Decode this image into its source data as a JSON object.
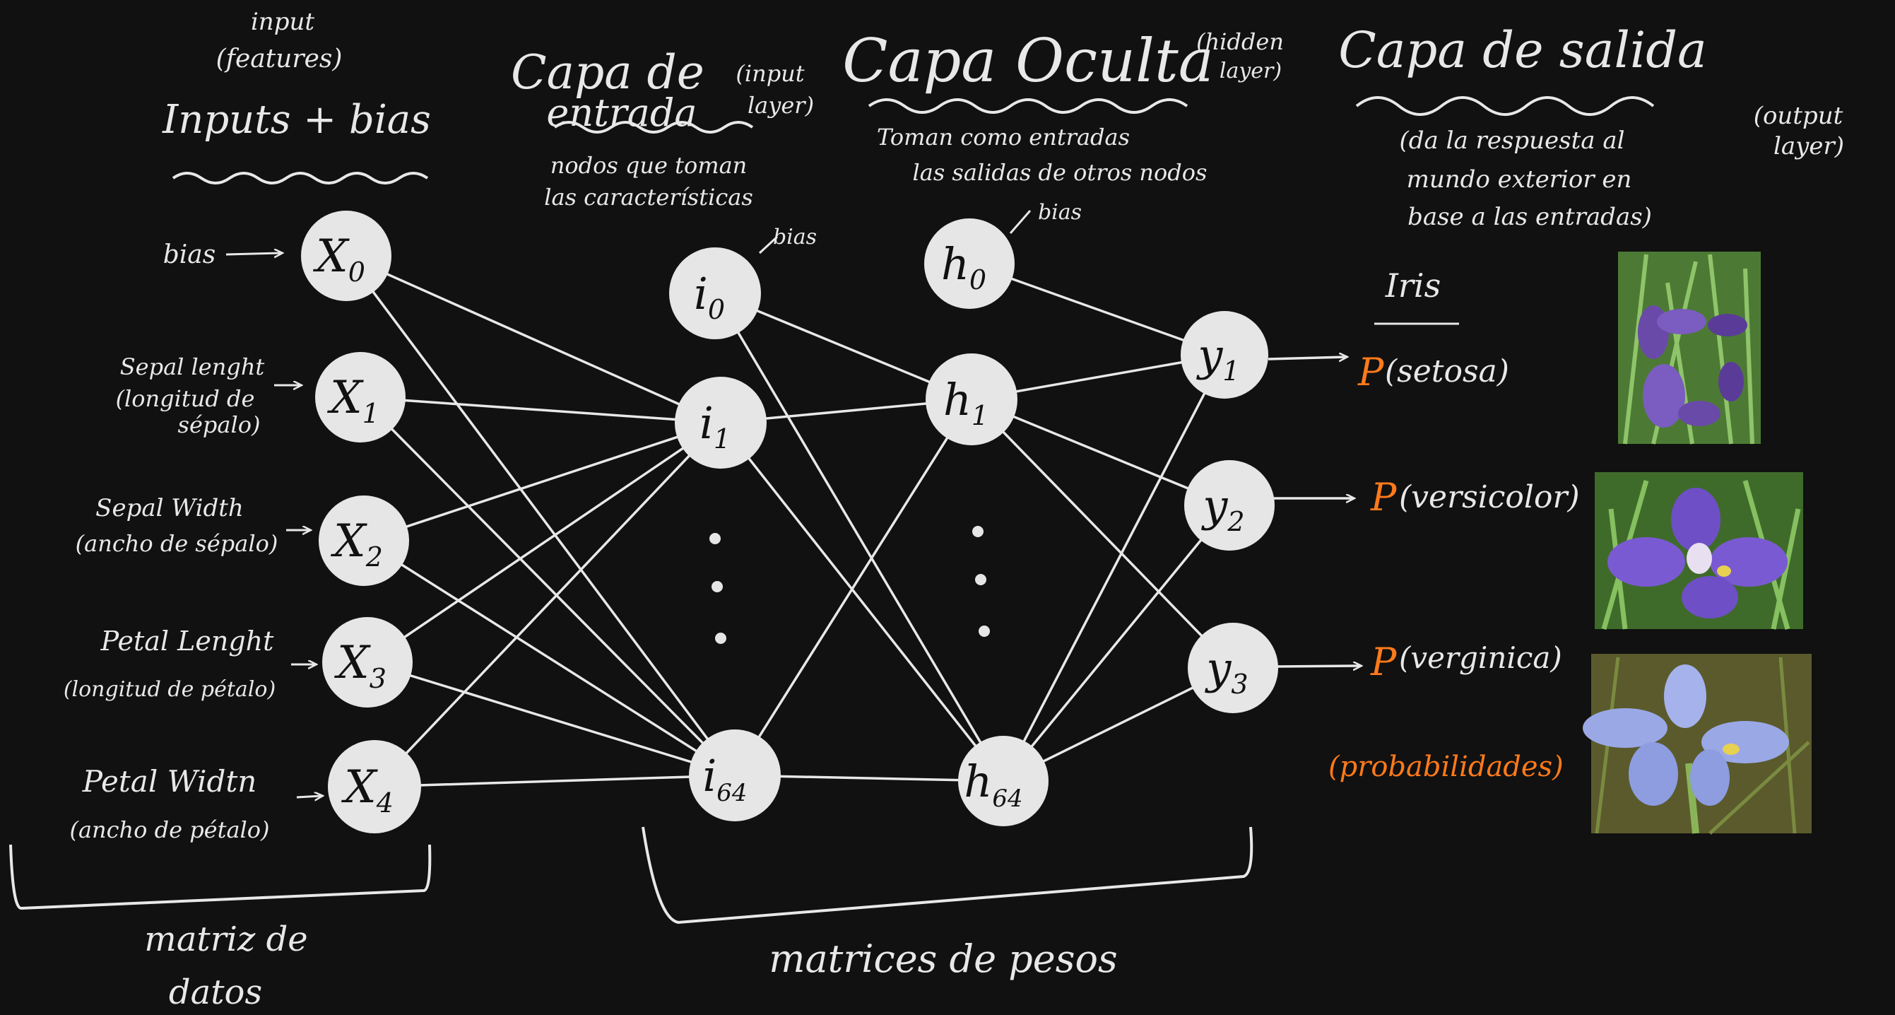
{
  "colors": {
    "background": "#111111",
    "chalk": "#e8e8e8",
    "node_fill": "#e6e6e6",
    "node_text": "#111111",
    "accent": "#ff7a1a"
  },
  "inputs_section": {
    "note_line1": "input",
    "note_line2": "(features)",
    "title": "Inputs + bias"
  },
  "input_labels": {
    "bias": "bias",
    "x1_line1": "Sepal lenght",
    "x1_line2": "(longitud de",
    "x1_line3": "sépalo)",
    "x2_line1": "Sepal Width",
    "x2_line2": "(ancho de sépalo)",
    "x3_line1": "Petal Lenght",
    "x3_line2": "(longitud de pétalo)",
    "x4_line1": "Petal Widtn",
    "x4_line2": "(ancho de pétalo)"
  },
  "input_layer": {
    "title_line1": "Capa de",
    "title_line2": "entrada",
    "en_line1": "(input",
    "en_line2": "layer)",
    "desc_line1": "nodos que toman",
    "desc_line2": "las características",
    "bias_note": "bias"
  },
  "hidden_layer": {
    "title": "Capa Oculta",
    "en_line1": "(hidden",
    "en_line2": "layer)",
    "desc_line1": "Toman como entradas",
    "desc_line2": "las salidas de otros nodos",
    "bias_note": "bias"
  },
  "output_layer": {
    "title": "Capa de salida",
    "desc_line1": "(da la respuesta al",
    "desc_line2": "mundo exterior en",
    "desc_line3": "base a las entradas)",
    "en_line1": "(output",
    "en_line2": "layer)"
  },
  "nodes": {
    "x0": {
      "base": "X",
      "sub": "0"
    },
    "x1": {
      "base": "X",
      "sub": "1"
    },
    "x2": {
      "base": "X",
      "sub": "2"
    },
    "x3": {
      "base": "X",
      "sub": "3"
    },
    "x4": {
      "base": "X",
      "sub": "4"
    },
    "i0": {
      "base": "i",
      "sub": "0"
    },
    "i1": {
      "base": "i",
      "sub": "1"
    },
    "i64": {
      "base": "i",
      "sub": "64"
    },
    "h0": {
      "base": "h",
      "sub": "0"
    },
    "h1": {
      "base": "h",
      "sub": "1"
    },
    "h64": {
      "base": "h",
      "sub": "64"
    },
    "y1": {
      "base": "y",
      "sub": "1"
    },
    "y2": {
      "base": "y",
      "sub": "2"
    },
    "y3": {
      "base": "y",
      "sub": "3"
    }
  },
  "outputs": {
    "iris_label": "Iris",
    "p": "P",
    "setosa": "(setosa)",
    "versicolor": "(versicolor)",
    "virginica": "(verginica)",
    "probabilities": "(probabilidades)"
  },
  "bottom": {
    "data_matrix_line1": "matriz de",
    "data_matrix_line2": "datos",
    "weights_matrix": "matrices de pesos"
  },
  "icons": {
    "setosa_photo": "iris-setosa-flower-photo",
    "versicolor_photo": "iris-versicolor-flower-photo",
    "virginica_photo": "iris-virginica-flower-photo"
  }
}
